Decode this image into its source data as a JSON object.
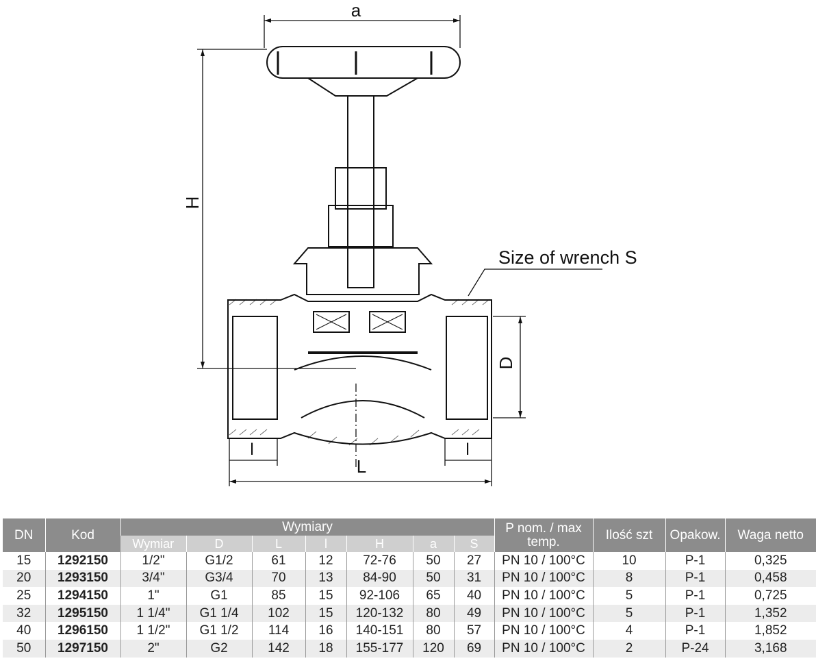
{
  "drawing": {
    "dim_a": "a",
    "dim_H": "H",
    "dim_D": "D",
    "dim_L": "L",
    "dim_l_left": "l",
    "dim_l_right": "l",
    "wrench_label": "Size of wrench S"
  },
  "table": {
    "headers": {
      "dn": "DN",
      "kod": "Kod",
      "wymiary": "Wymiary",
      "pnom": "P nom. / max temp.",
      "ilosc": "Ilość szt",
      "opakow": "Opakow.",
      "waga": "Waga netto"
    },
    "subheaders": [
      "Wymiar",
      "D",
      "L",
      "l",
      "H",
      "a",
      "S"
    ],
    "rows": [
      [
        "15",
        "1292150",
        "1/2\"",
        "G1/2",
        "61",
        "12",
        "72-76",
        "50",
        "27",
        "PN 10 / 100°C",
        "10",
        "P-1",
        "0,325"
      ],
      [
        "20",
        "1293150",
        "3/4\"",
        "G3/4",
        "70",
        "13",
        "84-90",
        "50",
        "31",
        "PN 10 / 100°C",
        "8",
        "P-1",
        "0,458"
      ],
      [
        "25",
        "1294150",
        "1\"",
        "G1",
        "85",
        "15",
        "92-106",
        "65",
        "40",
        "PN 10 / 100°C",
        "5",
        "P-1",
        "0,725"
      ],
      [
        "32",
        "1295150",
        "1 1/4\"",
        "G1 1/4",
        "102",
        "15",
        "120-132",
        "80",
        "49",
        "PN 10 / 100°C",
        "5",
        "P-1",
        "1,352"
      ],
      [
        "40",
        "1296150",
        "1 1/2\"",
        "G1 1/2",
        "114",
        "16",
        "140-151",
        "80",
        "57",
        "PN 10 / 100°C",
        "4",
        "P-1",
        "1,852"
      ],
      [
        "50",
        "1297150",
        "2\"",
        "G2",
        "142",
        "18",
        "155-177",
        "120",
        "69",
        "PN 10 / 100°C",
        "2",
        "P-24",
        "3,168"
      ]
    ]
  }
}
